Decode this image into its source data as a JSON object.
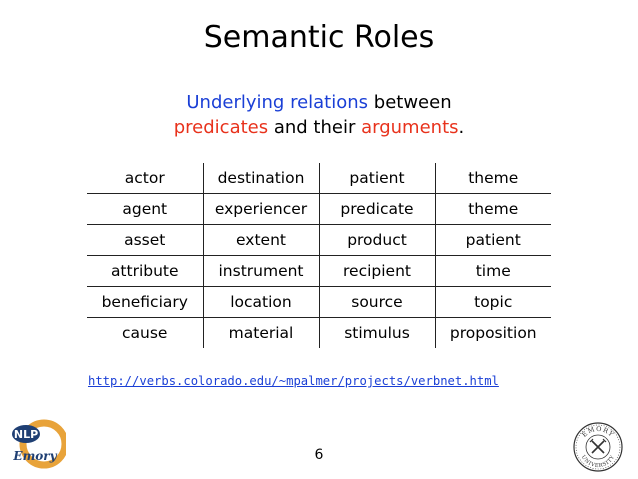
{
  "slide": {
    "title": "Semantic Roles",
    "subtitle": {
      "part1": "Underlying relations",
      "part2": " between",
      "part3": "predicates",
      "part4": " and their ",
      "part5": "arguments",
      "part6": "."
    },
    "roles_table": {
      "rows": [
        [
          "actor",
          "destination",
          "patient",
          "theme"
        ],
        [
          "agent",
          "experiencer",
          "predicate",
          "theme"
        ],
        [
          "asset",
          "extent",
          "product",
          "patient"
        ],
        [
          "attribute",
          "instrument",
          "recipient",
          "time"
        ],
        [
          "beneficiary",
          "location",
          "source",
          "topic"
        ],
        [
          "cause",
          "material",
          "stimulus",
          "proposition"
        ]
      ]
    },
    "link_text": "http://verbs.colorado.edu/~mpalmer/projects/verbnet.html",
    "page_number": "6",
    "logo_text": {
      "top": "NLP",
      "bottom": "Emory"
    },
    "seal_text": {
      "top": "EMORY",
      "bottom": "UNIVERSITY"
    }
  },
  "colors": {
    "blue": "#1a3fd6",
    "red": "#e8321c",
    "link": "#1a3fd6",
    "logo_orange": "#e8a33a",
    "logo_navy": "#1f3f73"
  }
}
